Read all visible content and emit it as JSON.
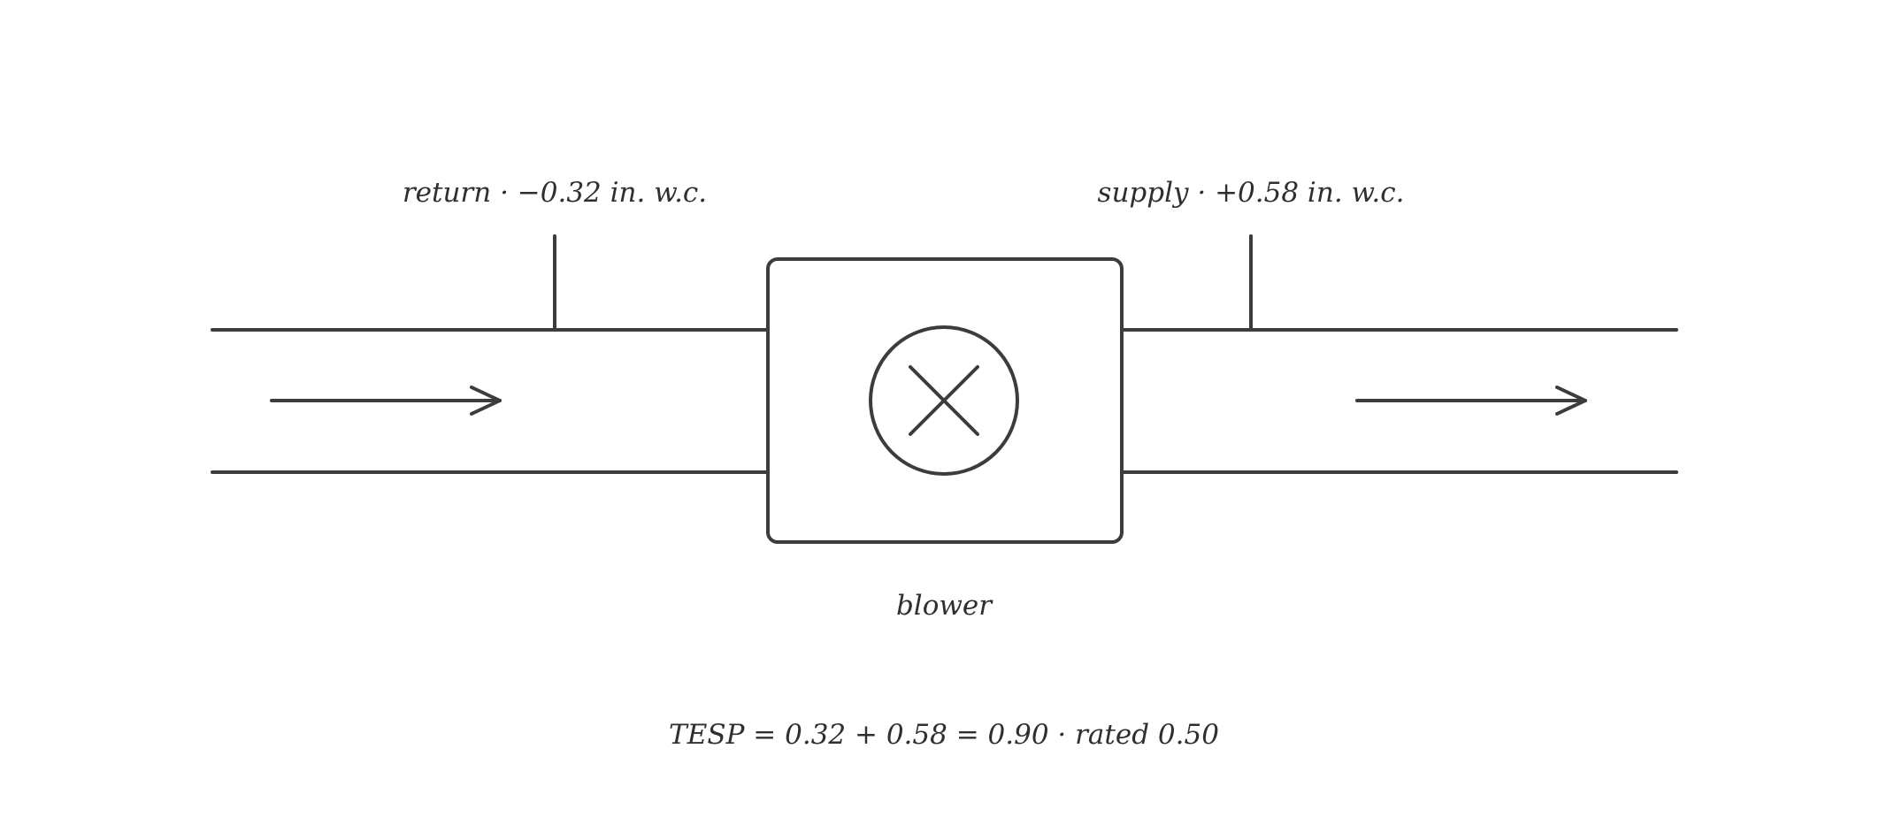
{
  "diagram": {
    "return_label": "return · −0.32 in. w.c.",
    "supply_label": "supply · +0.58 in. w.c.",
    "blower_label": "blower",
    "equation": "TESP = 0.32 + 0.58 = 0.90 · rated 0.50",
    "line_color": "#3c3c3f",
    "text_color": "#2f2f33",
    "blower_icon": "fan-x-icon",
    "flow_icon": "arrow-right-icon"
  }
}
